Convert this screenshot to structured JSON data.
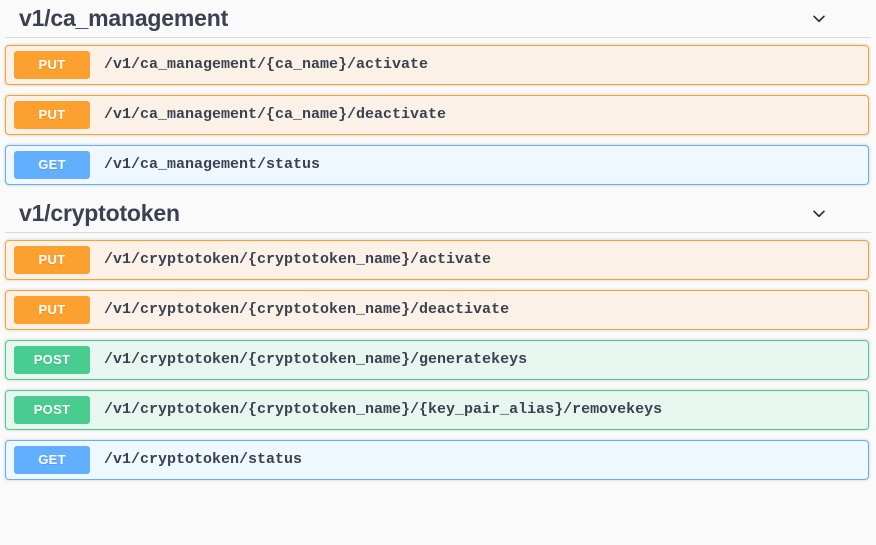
{
  "page": {
    "background_color": "#fafafa",
    "text_color": "#3b4151"
  },
  "method_colors": {
    "put": "#fca130",
    "get": "#61affe",
    "post": "#49cc90",
    "delete": "#f93e3e",
    "patch": "#50e3c2"
  },
  "sections": [
    {
      "tag": "v1/ca_management",
      "collapse_icon": "chevron-down-icon",
      "expanded": true,
      "operations": [
        {
          "method": "PUT",
          "method_key": "put",
          "path": "/v1/ca_management/{ca_name}/activate"
        },
        {
          "method": "PUT",
          "method_key": "put",
          "path": "/v1/ca_management/{ca_name}/deactivate"
        },
        {
          "method": "GET",
          "method_key": "get",
          "path": "/v1/ca_management/status"
        }
      ]
    },
    {
      "tag": "v1/cryptotoken",
      "collapse_icon": "chevron-down-icon",
      "expanded": true,
      "operations": [
        {
          "method": "PUT",
          "method_key": "put",
          "path": "/v1/cryptotoken/{cryptotoken_name}/activate"
        },
        {
          "method": "PUT",
          "method_key": "put",
          "path": "/v1/cryptotoken/{cryptotoken_name}/deactivate"
        },
        {
          "method": "POST",
          "method_key": "post",
          "path": "/v1/cryptotoken/{cryptotoken_name}/generatekeys"
        },
        {
          "method": "POST",
          "method_key": "post",
          "path": "/v1/cryptotoken/{cryptotoken_name}/{key_pair_alias}/removekeys"
        },
        {
          "method": "GET",
          "method_key": "get",
          "path": "/v1/cryptotoken/status"
        }
      ]
    }
  ]
}
